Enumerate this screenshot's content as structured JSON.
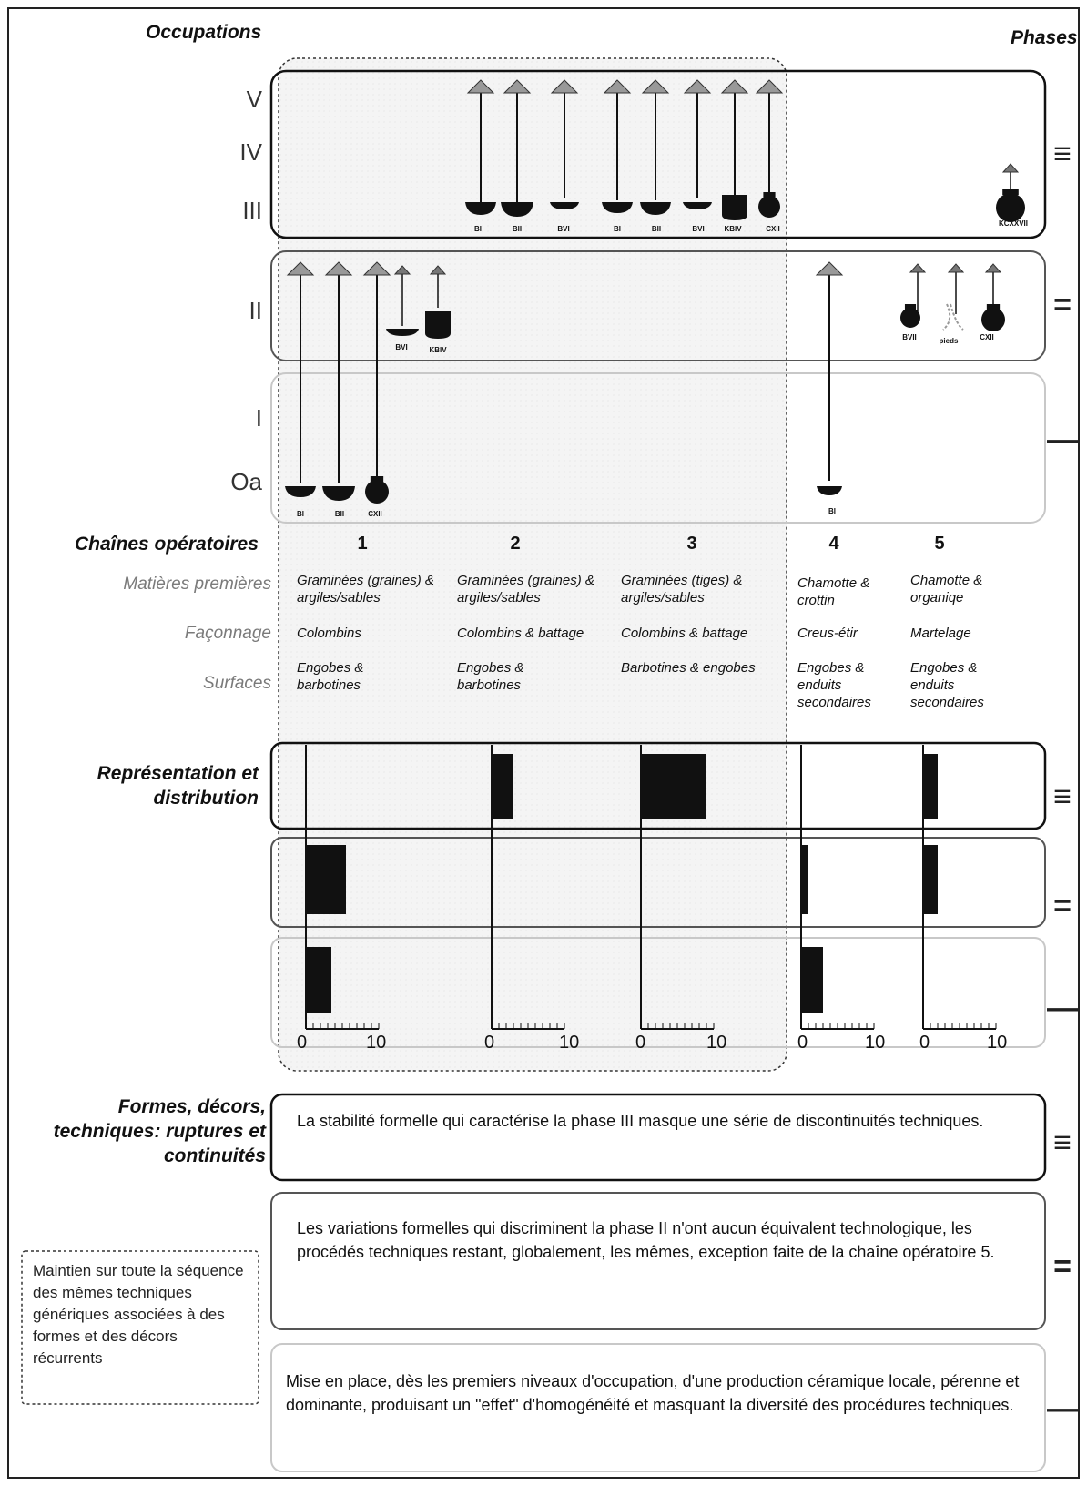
{
  "headers": {
    "occupations": "Occupations",
    "phases": "Phases"
  },
  "occupation_levels": [
    "V",
    "IV",
    "III",
    "II",
    "I",
    "Oa"
  ],
  "phase_marks": {
    "III": "≡",
    "II": "=",
    "I": "—"
  },
  "vessel_labels": {
    "top": [
      "BI",
      "BII",
      "BVI",
      "BI",
      "BII",
      "BVI",
      "KBIV",
      "CXII",
      "KCXXVII"
    ],
    "middle": [
      "BVI",
      "KBIV",
      "BVII",
      "pieds",
      "CXII"
    ],
    "bottom": [
      "BI",
      "BII",
      "CXII",
      "BI"
    ]
  },
  "chaines": {
    "title": "Chaînes opératoires",
    "numbers": [
      "1",
      "2",
      "3",
      "4",
      "5"
    ],
    "rows": [
      {
        "label": "Matières premières",
        "values": [
          "Graminées (graines) & argiles/sables",
          "Graminées (graines) & argiles/sables",
          "Graminées (tiges) & argiles/sables",
          "Chamotte & crottin",
          "Chamotte & organiqe"
        ]
      },
      {
        "label": "Façonnage",
        "values": [
          "Colombins",
          "Colombins & battage",
          "Colombins & battage",
          "Creus-étir",
          "Martelage"
        ]
      },
      {
        "label": "Surfaces",
        "values": [
          "Engobes & barbotines",
          "Engobes & barbotines",
          "Barbotines & engobes",
          "Engobes & enduits secondaires",
          "Engobes & enduits secondaires"
        ]
      }
    ]
  },
  "chart_data": {
    "type": "bar",
    "title": "Représentation et distribution",
    "categories": [
      "1",
      "2",
      "3",
      "4",
      "5"
    ],
    "series": [
      {
        "name": "III",
        "values": [
          0,
          3,
          9,
          0,
          2
        ]
      },
      {
        "name": "II",
        "values": [
          5.5,
          0,
          0,
          1,
          2
        ]
      },
      {
        "name": "I",
        "values": [
          3.5,
          0,
          0,
          3,
          0
        ]
      }
    ],
    "axis_ticks": [
      "0",
      "10"
    ],
    "xlim": [
      0,
      10
    ]
  },
  "conclusions": {
    "title": "Formes, décors, techniques: ruptures et continuités",
    "phase3": "La stabilité formelle qui caractérise la phase III masque une série de discontinuités techniques.",
    "phase2": "Les variations formelles qui discriminent la phase II n'ont aucun équivalent technologique, les procédés techniques restant, globalement, les mêmes, exception faite de la chaîne opératoire 5.",
    "phase1": "Mise en place, dès les premiers niveaux d'occupation, d'une production céramique locale, pérenne et dominante, produisant un \"effet\" d'homogénéité et masquant la diversité des procédures techniques.",
    "side": "Maintien sur toute la séquence des mêmes techniques génériques associées à des formes et des décors récurrents"
  }
}
